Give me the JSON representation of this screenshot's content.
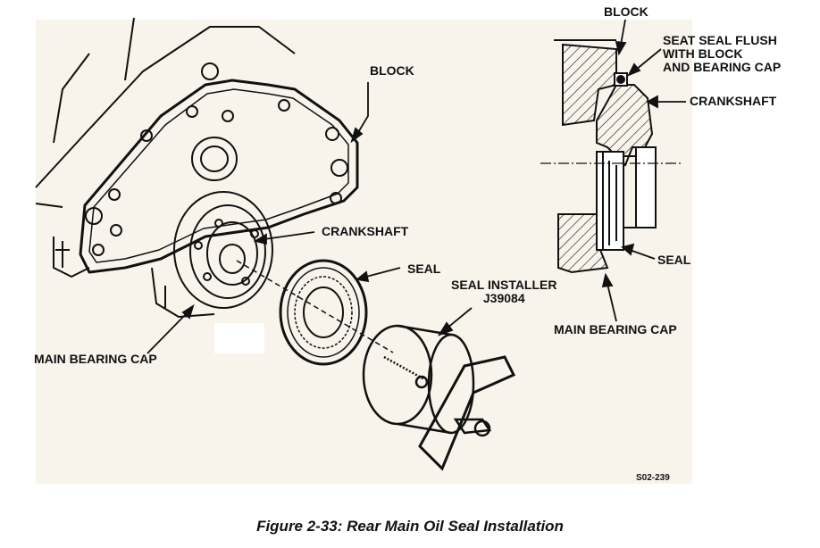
{
  "labels": {
    "block_left": "BLOCK",
    "crankshaft_left": "CRANKSHAFT",
    "seal_left": "SEAL",
    "seal_installer": "SEAL INSTALLER\nJ39084",
    "main_bearing_cap_left": "MAIN BEARING CAP",
    "block_right": "BLOCK",
    "seat_seal_flush": "SEAT SEAL FLUSH\nWITH BLOCK\nAND BEARING CAP",
    "crankshaft_right": "CRANKSHAFT",
    "seal_right": "SEAL",
    "main_bearing_cap_right": "MAIN BEARING CAP"
  },
  "figure_code": "S02-239",
  "caption": "Figure 2-33:   Rear Main Oil Seal Installation",
  "colors": {
    "panel": "#f8f4ec",
    "ink": "#111111"
  }
}
